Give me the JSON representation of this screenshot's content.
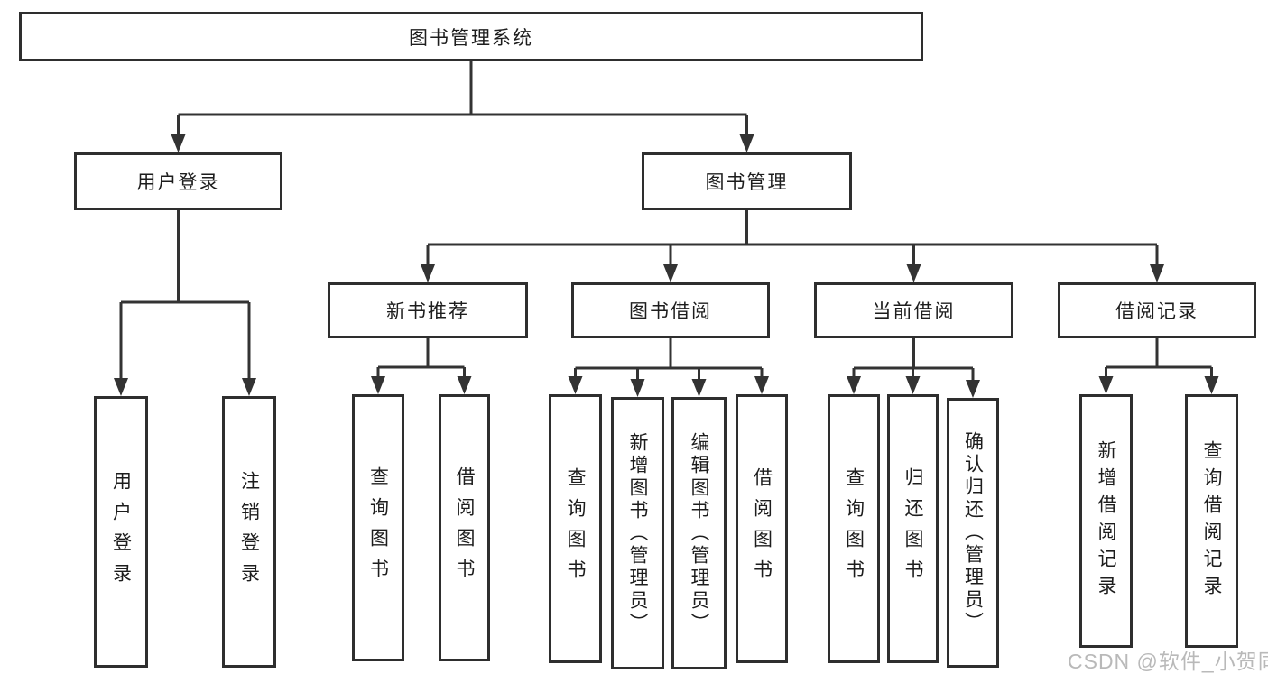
{
  "root": {
    "label": "图书管理系统"
  },
  "level2": [
    {
      "label": "用户登录"
    },
    {
      "label": "图书管理"
    }
  ],
  "level3": [
    {
      "label": "新书推荐"
    },
    {
      "label": "图书借阅"
    },
    {
      "label": "当前借阅"
    },
    {
      "label": "借阅记录"
    }
  ],
  "leaves": {
    "user_login": [
      "用户登录",
      "注销登录"
    ],
    "new_book_recommend": [
      "查询图书",
      "借阅图书"
    ],
    "book_borrow": [
      "查询图书",
      "新增图书（管理员）",
      "编辑图书（管理员）",
      "借阅图书"
    ],
    "current_borrow": [
      "查询图书",
      "归还图书",
      "确认归还（管理员）"
    ],
    "borrow_records": [
      "新增借阅记录",
      "查询借阅记录"
    ]
  },
  "watermark": {
    "text": "CSDN @软件_小贺同学"
  },
  "colors": {
    "line": "#333333",
    "box_border": "#2e2e2e",
    "text": "#1d1d1d",
    "background": "#ffffff",
    "watermark": "#b9b9b9"
  }
}
